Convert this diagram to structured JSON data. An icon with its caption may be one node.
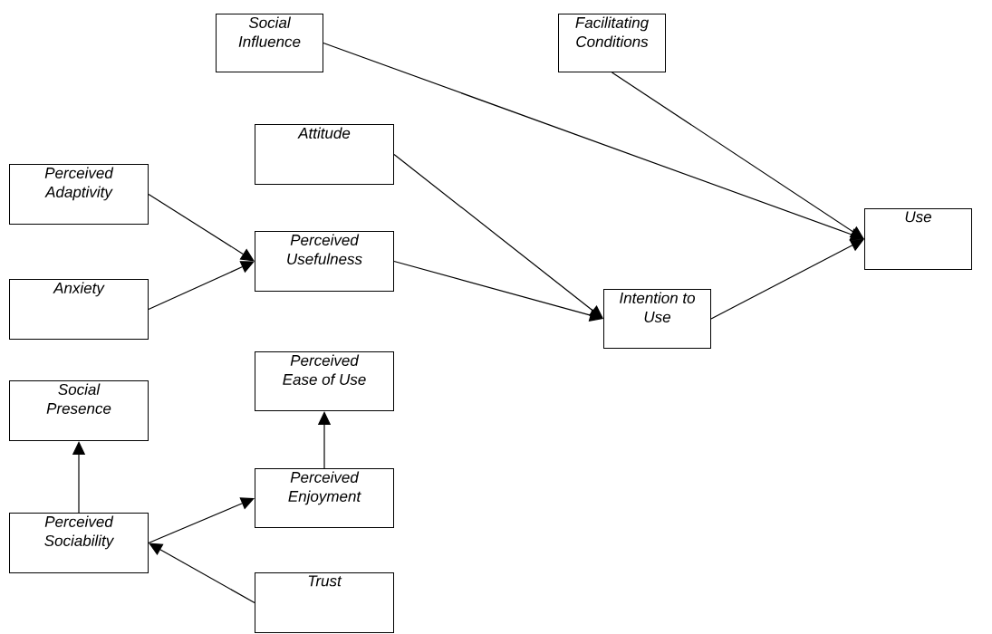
{
  "diagram": {
    "nodes": [
      {
        "text": [
          "Social Influence"
        ]
      },
      {
        "text": [
          "Facilitating Conditions"
        ]
      },
      {
        "text": [
          "Attitude"
        ]
      },
      {
        "text": [
          "Perceived Adaptivity"
        ]
      },
      {
        "text": [
          "Perceived Usefulness"
        ]
      },
      {
        "text": [
          "Use"
        ]
      },
      {
        "text": [
          "Anxiety"
        ]
      },
      {
        "text": [
          "Intention to Use"
        ]
      },
      {
        "text": [
          "Perceived Ease of Use"
        ]
      },
      {
        "text": [
          "Social Presence"
        ]
      },
      {
        "text": [
          "Perceived Enjoyment"
        ]
      },
      {
        "text": [
          "Perceived Sociability"
        ]
      },
      {
        "text": [
          "Trust"
        ]
      }
    ],
    "edges": [
      {
        "from": 0,
        "to": 5,
        "arrow": "to"
      },
      {
        "from": 1,
        "to": 5,
        "arrow": "to"
      },
      {
        "from": 2,
        "to": 7,
        "arrow": "to"
      },
      {
        "from": 3,
        "to": 4,
        "arrow": "to"
      },
      {
        "from": 6,
        "to": 4,
        "arrow": "to"
      },
      {
        "from": 4,
        "to": 7,
        "arrow": "to"
      },
      {
        "from": 7,
        "to": 5,
        "arrow": "to"
      },
      {
        "from": 10,
        "to": 8,
        "arrow": "to"
      },
      {
        "from": 11,
        "to": 9,
        "arrow": "to"
      },
      {
        "from": 11,
        "to": 10,
        "arrow": "to"
      },
      {
        "from": 12,
        "to": 11,
        "arrow": "to"
      }
    ]
  }
}
